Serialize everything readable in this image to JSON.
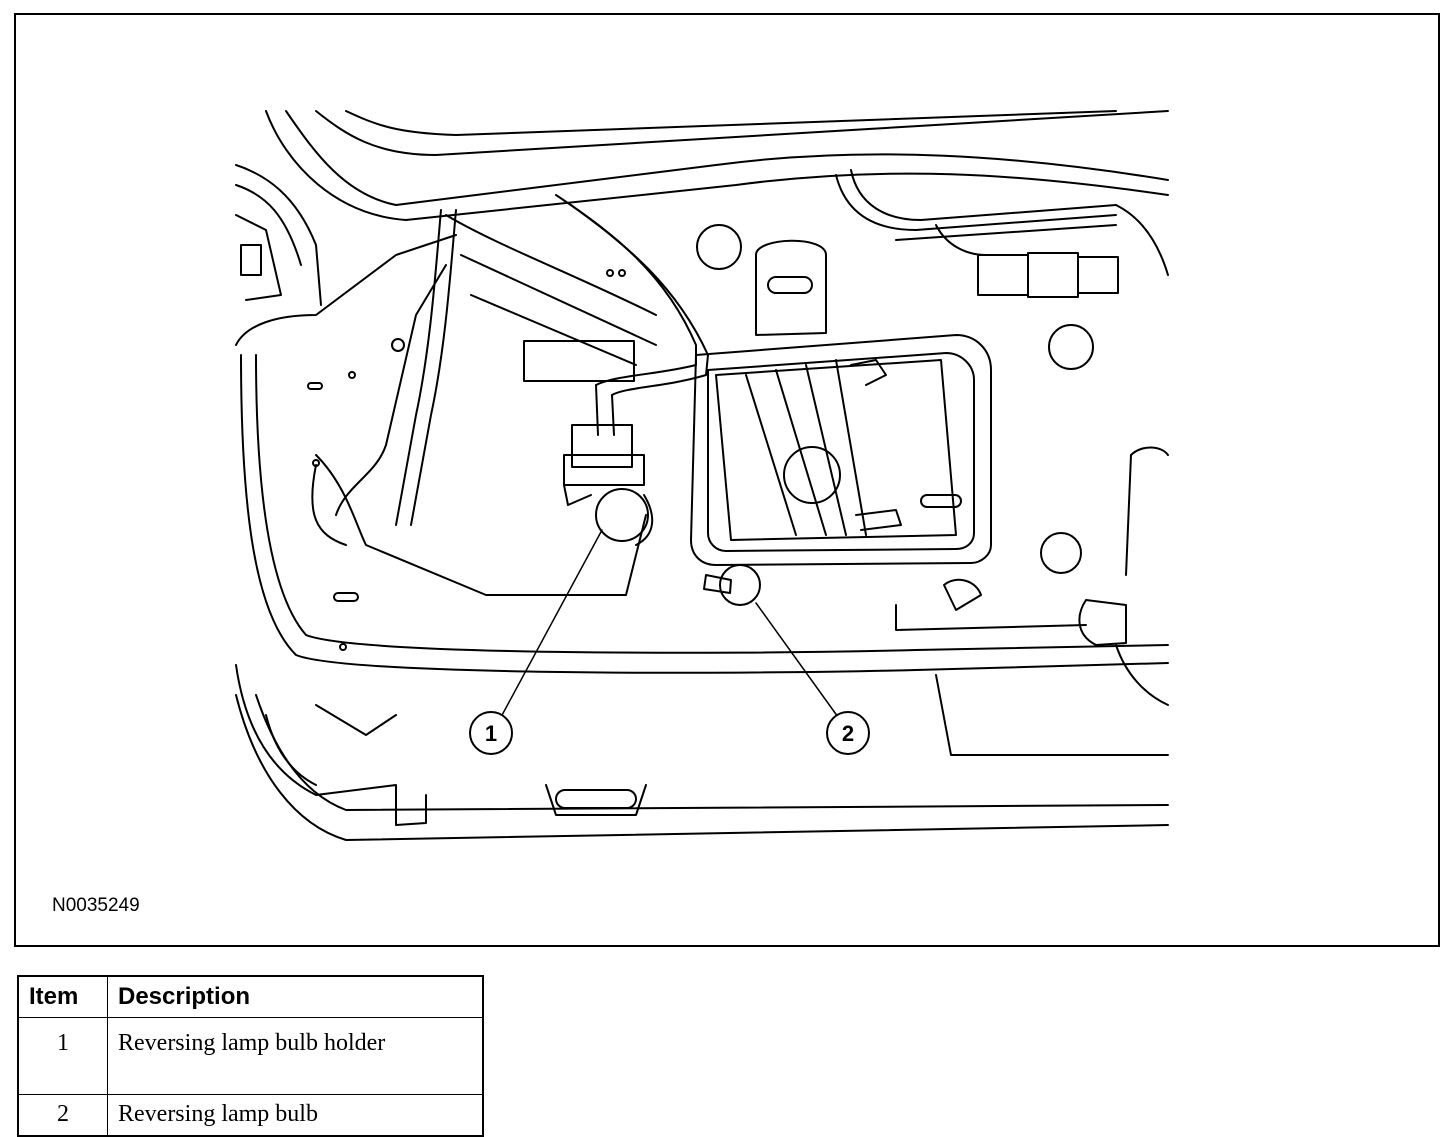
{
  "figure": {
    "id": "N0035249",
    "callouts": [
      "1",
      "2"
    ]
  },
  "legend": {
    "headers": {
      "item": "Item",
      "description": "Description"
    },
    "rows": [
      {
        "item": "1",
        "description": "Reversing lamp bulb holder"
      },
      {
        "item": "2",
        "description": "Reversing lamp bulb"
      }
    ]
  }
}
